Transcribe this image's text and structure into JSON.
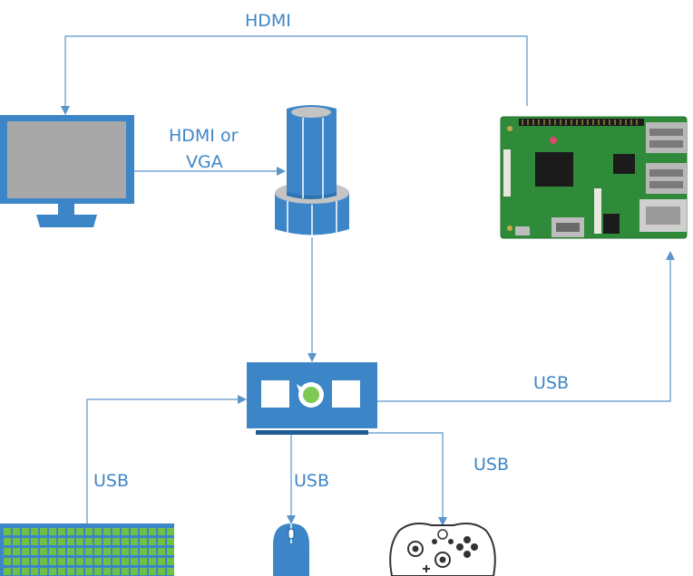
{
  "labels": {
    "hdmi_top": "HDMI",
    "hdmi_or": "HDMI or",
    "vga": "VGA",
    "usb_pi": "USB",
    "usb_gamepad": "USB",
    "usb_keyboard": "USB",
    "usb_mouse": "USB"
  },
  "colors": {
    "line": "#5b95c9",
    "label": "#3f86c6",
    "device_blue": "#3c86c8",
    "device_dark": "#1f5d94",
    "screen_gray": "#a8a8a8",
    "adapter_gray": "#c4c4c4",
    "keyboard_key": "#70c045",
    "board_green": "#2f8a3a",
    "led_green": "#7ec855"
  },
  "icons": [
    "monitor-icon",
    "hdmi-vga-adapter-icon",
    "raspberry-pi-board",
    "usb-hub-icon",
    "keyboard-icon",
    "mouse-icon",
    "gamepad-icon"
  ]
}
